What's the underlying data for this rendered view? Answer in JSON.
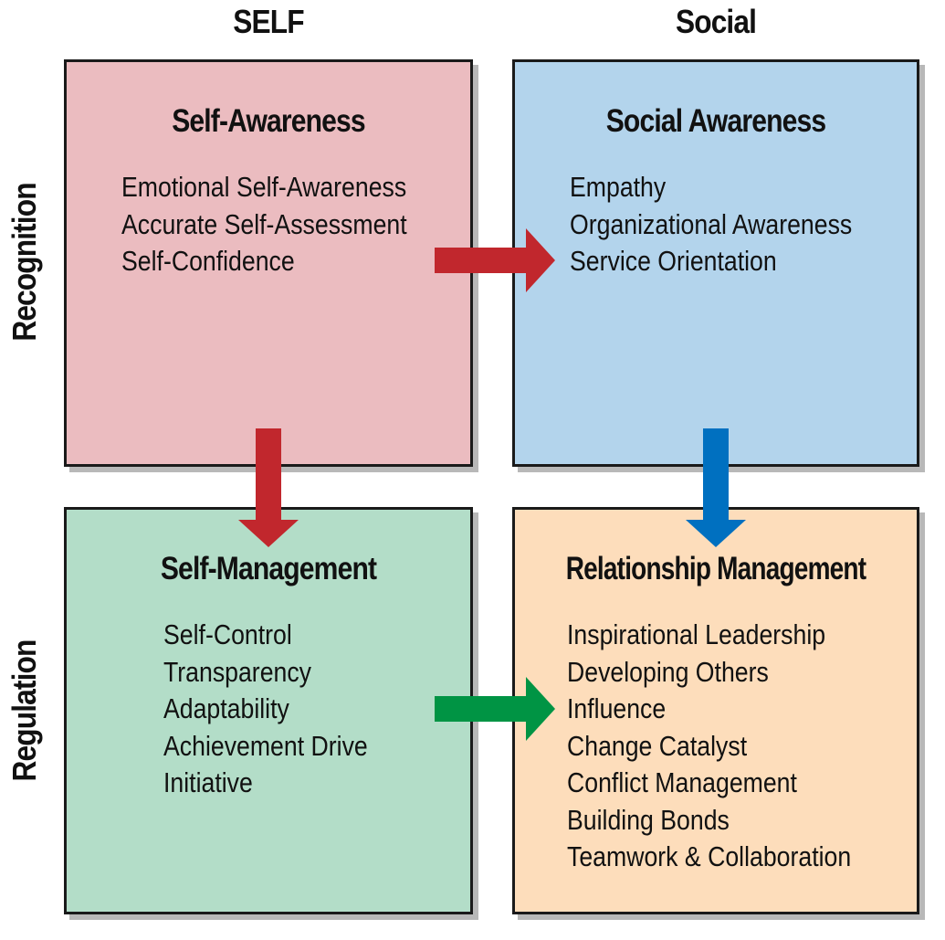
{
  "columns": {
    "self": "SELF",
    "social": "Social"
  },
  "rows": {
    "recognition": "Recognition",
    "regulation": "Regulation"
  },
  "quadrants": {
    "self_awareness": {
      "title": "Self-Awareness",
      "items": [
        "Emotional Self-Awareness",
        "Accurate Self-Assessment",
        "Self-Confidence"
      ]
    },
    "social_awareness": {
      "title": "Social Awareness",
      "items": [
        "Empathy",
        "Organizational Awareness",
        "Service Orientation"
      ]
    },
    "self_management": {
      "title": "Self-Management",
      "items": [
        "Self-Control",
        "Transparency",
        "Adaptability",
        "Achievement Drive",
        "Initiative"
      ]
    },
    "relationship_management": {
      "title": "Relationship Management",
      "items": [
        "Inspirational Leadership",
        "Developing Others",
        "Influence",
        "Change Catalyst",
        "Conflict Management",
        "Building Bonds",
        "Teamwork & Collaboration"
      ]
    }
  },
  "colors": {
    "self_awareness_fill": "#ebbcc0",
    "social_awareness_fill": "#b3d4ec",
    "self_management_fill": "#b3ddc8",
    "relationship_management_fill": "#fdddbb",
    "arrow_red": "#c1272d",
    "arrow_blue": "#0070c0",
    "arrow_green": "#009444"
  },
  "arrows": [
    {
      "from": "self_awareness",
      "to": "social_awareness",
      "color": "red"
    },
    {
      "from": "self_awareness",
      "to": "self_management",
      "color": "red"
    },
    {
      "from": "social_awareness",
      "to": "relationship_management",
      "color": "blue"
    },
    {
      "from": "self_management",
      "to": "relationship_management",
      "color": "green"
    }
  ]
}
